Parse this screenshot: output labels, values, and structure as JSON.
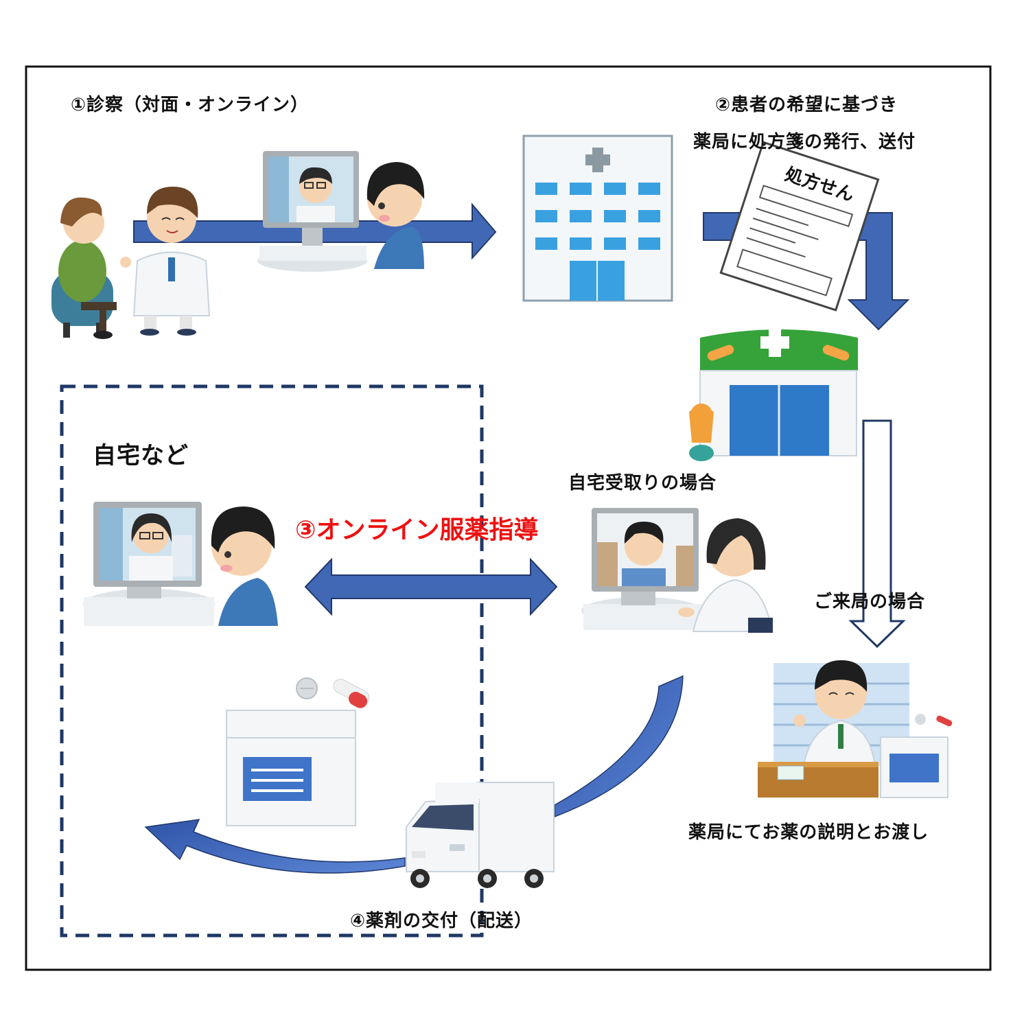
{
  "labels": {
    "step1": "①診察（対面・オンライン）",
    "step2_line1": "②患者の希望に基づき",
    "step2_line2": "薬局に処方箋の発行、送付",
    "home_area": "自宅など",
    "home_receive": "自宅受取りの場合",
    "step3": "③オンライン服薬指導",
    "visit": "ご来局の場合",
    "pharmacy_handover": "薬局にてお薬の説明とお渡し",
    "step4": "④薬剤の交付（配送）",
    "prescription_title": "処方せん"
  },
  "colors": {
    "arrow_blue": "#4068b5",
    "arrow_edge": "#22386b",
    "highlight_red": "#ee1111",
    "frame_black": "#111111",
    "dash_navy": "#1f3864"
  }
}
